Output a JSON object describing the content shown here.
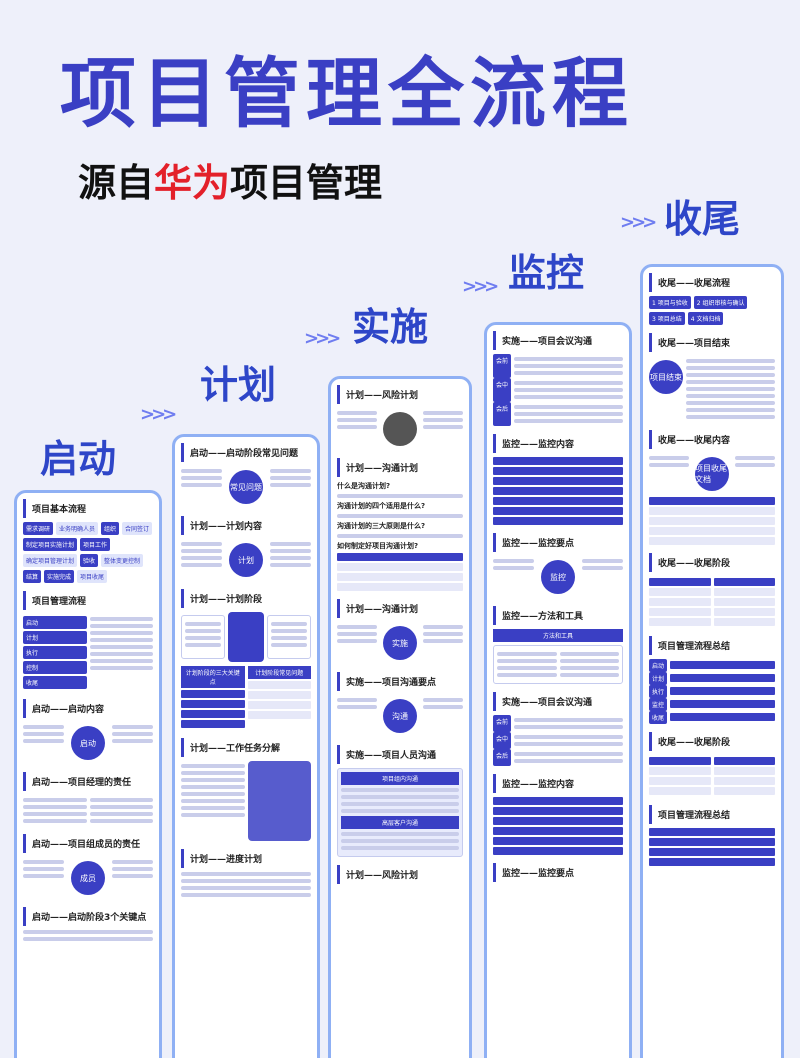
{
  "title": "项目管理全流程",
  "subtitle": {
    "prefix": "源自",
    "highlight": "华为",
    "suffix": "项目管理"
  },
  "stages": [
    "启动",
    "计划",
    "实施",
    "监控",
    "收尾"
  ],
  "col1": {
    "sections": [
      "项目基本流程",
      "项目管理流程",
      "启动——启动内容",
      "启动——项目经理的责任",
      "启动——项目组成员的责任",
      "启动——启动阶段3个关键点"
    ],
    "chips": [
      "需求调研",
      "业务明确人员",
      "组织",
      "合同签订",
      "制定项目实施计划",
      "项目工作",
      "确定项目管理计划",
      "验收",
      "整体变更控制",
      "结算",
      "实施完成",
      "项目收尾"
    ],
    "flow_labels": [
      "启动",
      "计划",
      "执行",
      "控制",
      "收尾"
    ],
    "circle": "启动",
    "circle2": "成员"
  },
  "col2": {
    "sections": [
      "启动——启动阶段常见问题",
      "计划——计划内容",
      "计划——计划阶段",
      "计划——工作任务分解",
      "计划——进度计划"
    ],
    "circle1": "常见问题",
    "circle2": "计划",
    "hdr1": "计划阶段的三大关键点",
    "hdr2": "计划阶段常见问题"
  },
  "col3": {
    "sections": [
      "计划——风险计划",
      "计划——沟通计划",
      "计划——沟通计划",
      "实施——项目沟通要点",
      "实施——项目人员沟通",
      "计划——风险计划"
    ],
    "questions": [
      "什么是沟通计划?",
      "沟通计划的四个适用是什么?",
      "沟通计划的三大原则是什么?",
      "如何制定好项目沟通计划?"
    ],
    "hub": "实施",
    "hub2": "沟通",
    "box_title": "项目组内沟通",
    "box2_title": "高层客户沟通"
  },
  "col4": {
    "sections": [
      "实施——项目会议沟通",
      "监控——监控内容",
      "监控——监控要点",
      "监控——方法和工具",
      "实施——项目会议沟通",
      "监控——监控内容",
      "监控——监控要点"
    ],
    "tags": [
      "会前",
      "会中",
      "会后"
    ],
    "circle": "监控",
    "tool_hdr": "方法和工具"
  },
  "col5": {
    "sections": [
      "收尾——收尾流程",
      "收尾——项目结束",
      "收尾——收尾内容",
      "收尾——收尾阶段",
      "项目管理流程总结",
      "收尾——收尾阶段",
      "项目管理流程总结"
    ],
    "chips": [
      "1 项目与验收",
      "2 组织审核与确认",
      "3 项目总结",
      "4 文档归档"
    ],
    "circle": "项目结束",
    "circle2": "项目收尾文档",
    "phase_labels": [
      "启动",
      "计划",
      "执行",
      "监控",
      "收尾"
    ]
  }
}
